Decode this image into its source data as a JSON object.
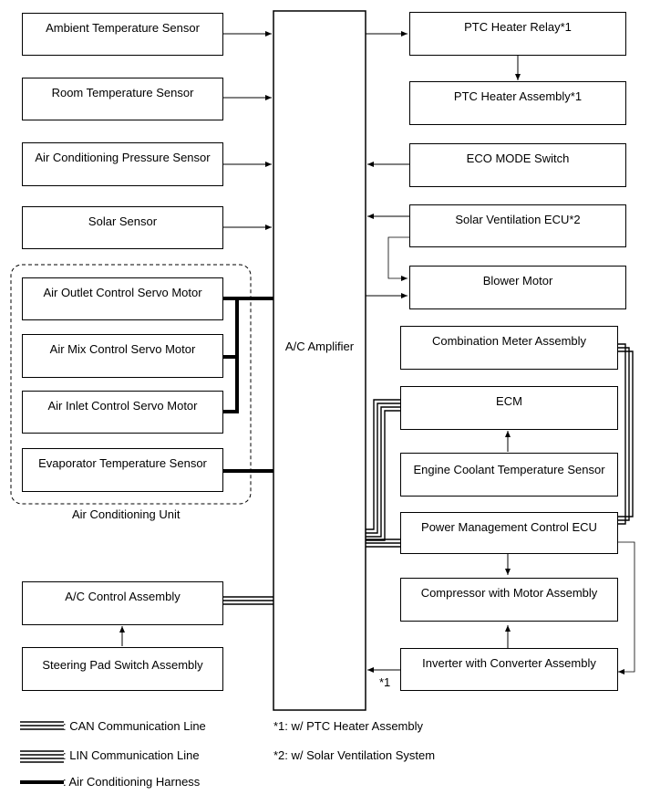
{
  "left_boxes": {
    "ambient": "Ambient Temperature Sensor",
    "room": "Room Temperature Sensor",
    "pressure": "Air Conditioning Pressure Sensor",
    "solar": "Solar Sensor",
    "outlet_servo": "Air Outlet Control Servo Motor",
    "mix_servo": "Air Mix Control Servo Motor",
    "inlet_servo": "Air Inlet Control Servo Motor",
    "evap": "Evaporator Temperature Sensor",
    "ac_control": "A/C Control Assembly",
    "steering": "Steering Pad Switch Assembly"
  },
  "group_label": "Air Conditioning Unit",
  "amplifier": "A/C Amplifier",
  "right_boxes": {
    "ptc_relay": "PTC Heater Relay*1",
    "ptc_heater": "PTC Heater Assembly*1",
    "eco": "ECO MODE Switch",
    "solar_vent": "Solar Ventilation ECU*2",
    "blower": "Blower Motor",
    "meter": "Combination Meter Assembly",
    "ecm": "ECM",
    "coolant": "Engine Coolant Temperature Sensor",
    "pmc_ecu": "Power Management Control ECU",
    "compressor": "Compressor with Motor Assembly",
    "inverter": "Inverter with Converter Assembly"
  },
  "inverter_note": "*1",
  "legend": {
    "can": ": CAN Communication Line",
    "lin": ": LIN Communication Line",
    "harness": ": Air Conditioning Harness"
  },
  "footnotes": {
    "note1": "*1: w/ PTC Heater Assembly",
    "note2": "*2: w/ Solar Ventilation System"
  }
}
